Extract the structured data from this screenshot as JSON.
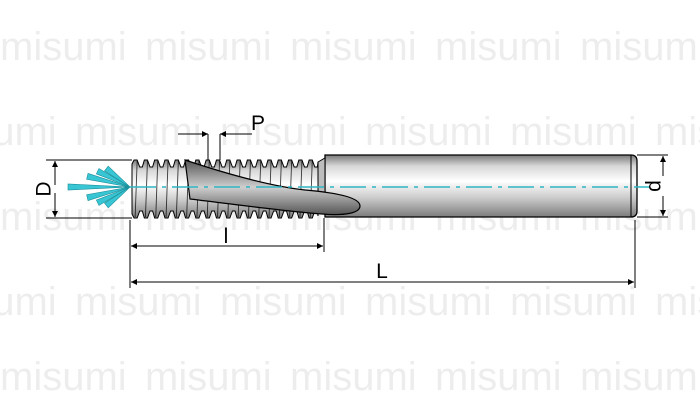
{
  "watermark": {
    "text": "misumi"
  },
  "labels": {
    "pitch": "P",
    "thread_diameter": "D",
    "shank_diameter": "d",
    "thread_length": "l",
    "overall_length": "L"
  },
  "colors": {
    "coolant": "#39c6d4",
    "centerline": "#2fb5c2",
    "outline": "#000000",
    "body_light": "#f2f2f2",
    "body_dark": "#8a8a8a"
  }
}
